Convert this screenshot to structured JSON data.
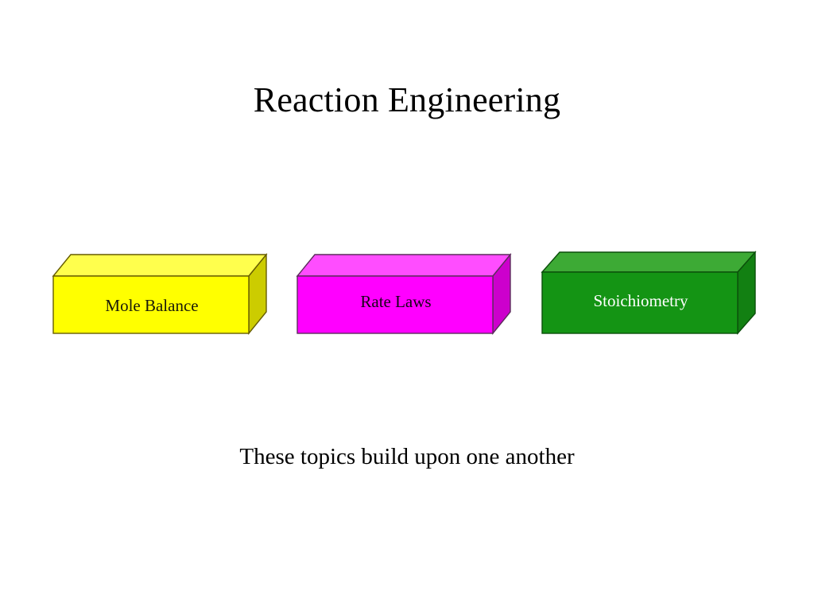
{
  "slide": {
    "title": "Reaction Engineering",
    "caption": "These topics build upon one another",
    "background_color": "#FFFFFF",
    "title_color": "#000000",
    "caption_color": "#000000"
  },
  "diagram": {
    "type": "3d-block-sequence",
    "description": "Three 3D rectangular blocks in a row, left to right",
    "blocks": [
      {
        "id": "mole-balance",
        "label": "Mole Balance",
        "order": 1,
        "front_color": "#FFFF00",
        "top_color": "#FFFF4D",
        "side_color": "#CCCC00",
        "outline_color": "#665C00",
        "label_color": "#1A1A09"
      },
      {
        "id": "rate-laws",
        "label": "Rate Laws",
        "order": 2,
        "front_color": "#FF00FF",
        "top_color": "#FF4DFF",
        "side_color": "#CC00CC",
        "outline_color": "#5C2D5C",
        "label_color": "#160416"
      },
      {
        "id": "stoichiometry",
        "label": "Stoichiometry",
        "order": 3,
        "front_color": "#149414",
        "top_color": "#3DAA35",
        "side_color": "#128012",
        "outline_color": "#0B4F0B",
        "label_color": "#FFFFFF"
      }
    ]
  }
}
